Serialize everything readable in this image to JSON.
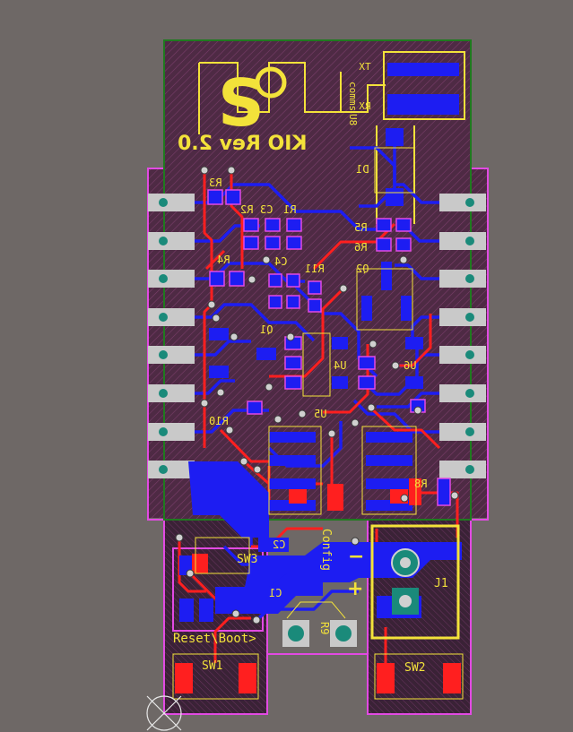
{
  "board": {
    "background": "#6e6866",
    "colors": {
      "outline": "#1f7a1f",
      "keepout": "#e24ae3",
      "substrate": "#5a2e4a",
      "top_copper": "#ff1f1f",
      "bottom_copper": "#1d1df2",
      "silkscreen": "#f3e23a",
      "pad_white": "#c9c9c9",
      "via": "#d0d0d0",
      "through_pad": "#1a8a7a"
    }
  },
  "labels": {
    "board_title": "KIO Rev 2.0",
    "logo": "S",
    "tx": "TX",
    "comms": "comms",
    "rx": "RX",
    "u8": "U8",
    "d1": "D1",
    "r3": "R3",
    "r2": "R2",
    "c3": "C3",
    "r1": "R1",
    "r4": "R4",
    "c4": "C4",
    "r11": "R11",
    "r5": "R5",
    "r6": "R6",
    "q2": "Q2",
    "q1": "Q1",
    "u4": "U4",
    "u6": "U6",
    "u5": "U5",
    "r10": "R10",
    "r8": "R8",
    "c2": "C2",
    "c1": "C1",
    "sw3": "SW3",
    "config": "Config",
    "minus": "−",
    "plus": "+",
    "j1": "J1",
    "r9": "R9",
    "reset_boot": "Reset\\Boot>",
    "sw1": "SW1",
    "sw2": "SW2"
  }
}
